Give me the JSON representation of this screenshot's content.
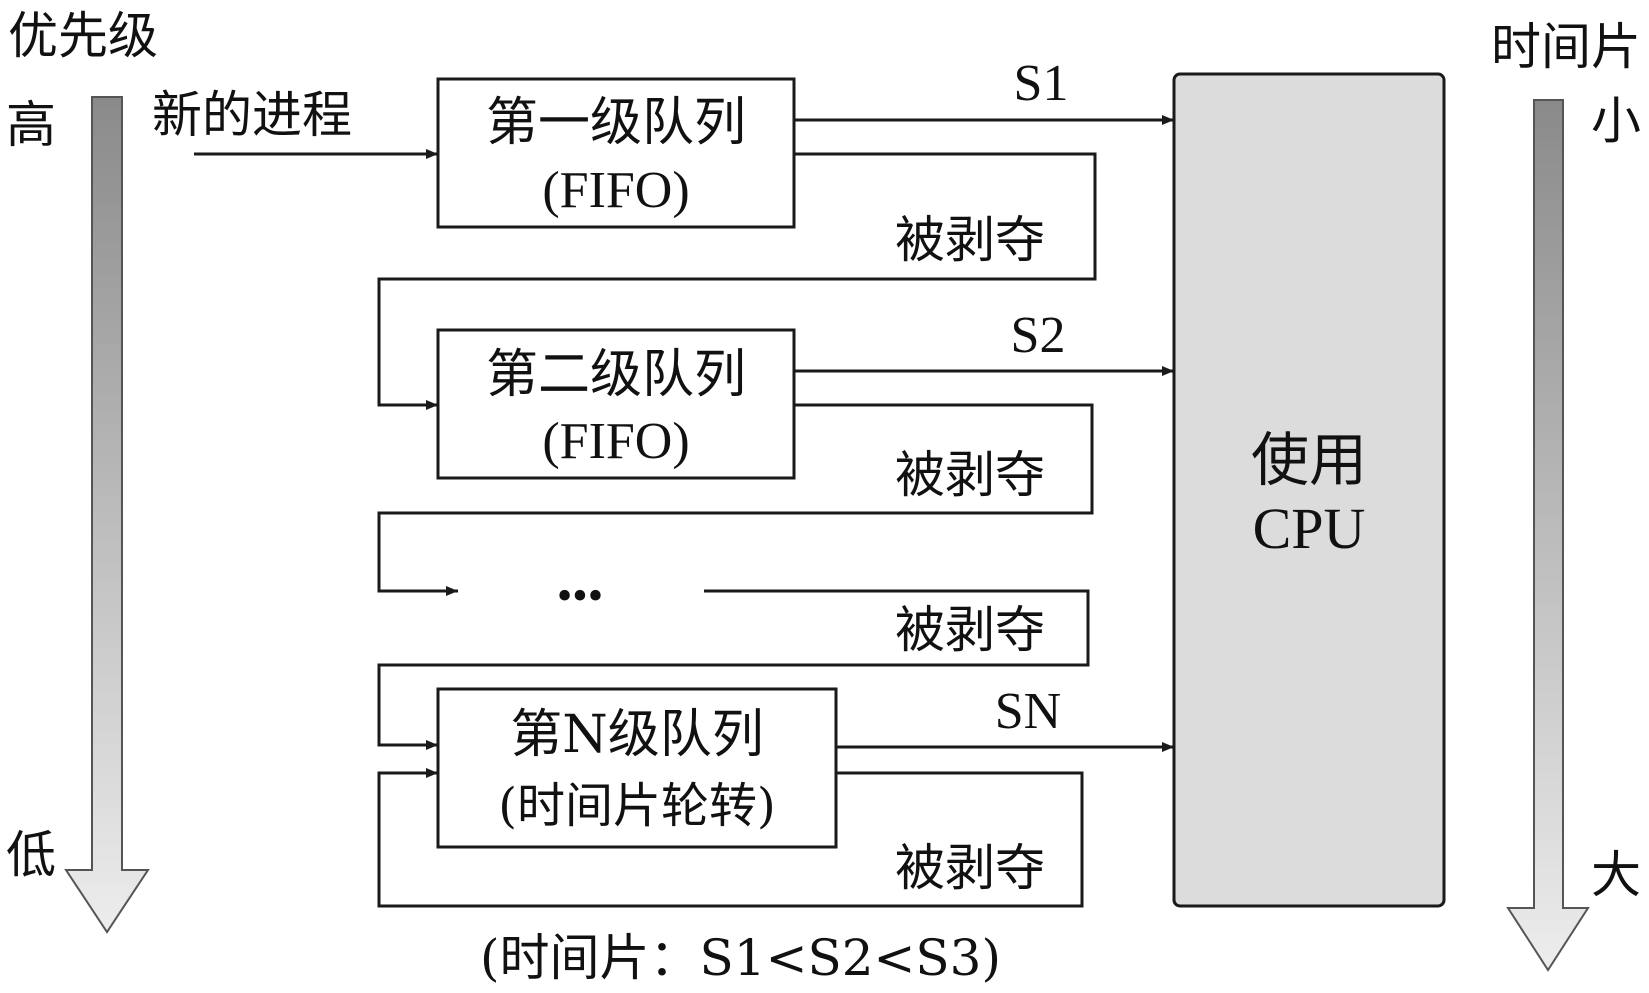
{
  "left_scale": {
    "title": "优先级",
    "top_label": "高",
    "bottom_label": "低"
  },
  "right_scale": {
    "title": "时间片",
    "top_label": "小",
    "bottom_label": "大"
  },
  "new_process_label": "新的进程",
  "queues": [
    {
      "line1": "第一级队列",
      "line2": "(FIFO)",
      "slice_label": "S1",
      "preempted_label": "被剥夺"
    },
    {
      "line1": "第二级队列",
      "line2": "(FIFO)",
      "slice_label": "S2",
      "preempted_label": "被剥夺"
    },
    {
      "line1": "第N级队列",
      "line2": "(时间片轮转)",
      "slice_label": "SN",
      "preempted_label": "被剥夺"
    }
  ],
  "ellipsis": {
    "text": "•••",
    "preempted_label": "被剥夺"
  },
  "cpu": {
    "line1": "使用",
    "line2": "CPU",
    "fill_color": "#dcdcdc"
  },
  "footnote": "(时间片：S1<S2<S3)"
}
